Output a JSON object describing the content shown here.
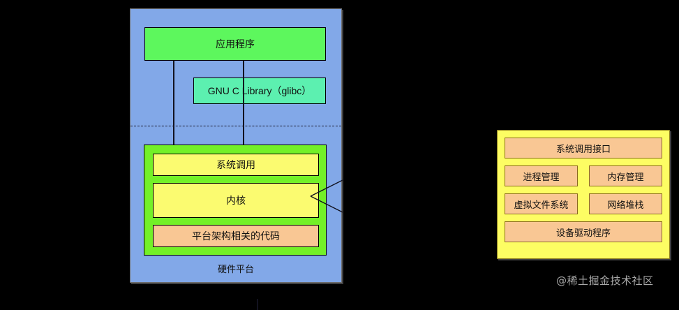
{
  "diagram": {
    "user_kernel_stack": {
      "panel_label": "硬件平台",
      "application": "应用程序",
      "library": "GNU C Library（glibc）",
      "kernel_group": {
        "syscall": "系统调用",
        "kernel": "内核",
        "arch_code": "平台架构相关的代码"
      }
    },
    "kernel_subsystems": {
      "syscall_interface": "系统调用接口",
      "row_one": [
        "进程管理",
        "内存管理"
      ],
      "row_two": [
        "虚拟文件系统",
        "网络堆栈"
      ],
      "device_drivers": "设备驱动程序"
    }
  },
  "watermark": {
    "text": "@稀土掘金技术社区"
  },
  "colors": {
    "background": "#000000",
    "user_space_panel": "#82a8e8",
    "application_box": "#5df75d",
    "library_box": "#5cf0b0",
    "kernel_container": "#73f028",
    "kernel_box": "#fbfb70",
    "arch_box": "#f9c794",
    "subsystem_panel": "#fdfd63",
    "subsystem_box": "#f9c794",
    "line": "#12121f"
  }
}
